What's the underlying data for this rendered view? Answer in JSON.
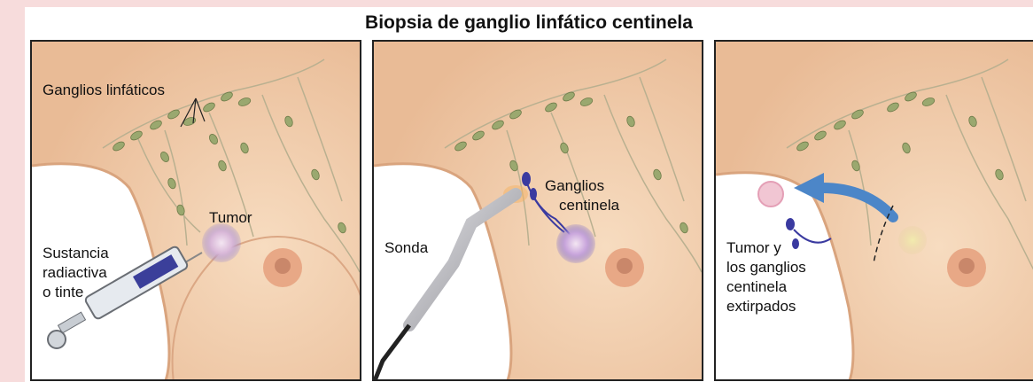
{
  "title": "Biopsia de ganglio linfático centinela",
  "panels": [
    {
      "labels": {
        "lymph_nodes": "Ganglios linfáticos",
        "tumor": "Tumor",
        "injection": [
          "Sustancia",
          "radiactiva",
          "o tinte"
        ]
      }
    },
    {
      "labels": {
        "probe": "Sonda",
        "sentinel_nodes": [
          "Ganglios",
          "centinela"
        ]
      }
    },
    {
      "labels": {
        "removed": [
          "Tumor y",
          "los ganglios",
          "centinela",
          "extirpados"
        ]
      }
    }
  ],
  "colors": {
    "skin": "#f3d2b3",
    "skin_shade": "#e7b791",
    "lymph_node": "#9aa86f",
    "lymph_vessel": "#b9b090",
    "tumor": "#d9b8d8",
    "tumor_glow": "#8f7fcf",
    "sentinel_node": "#3a3aa0",
    "arrow": "#4c86c8",
    "probe": "#b7b7bb"
  }
}
